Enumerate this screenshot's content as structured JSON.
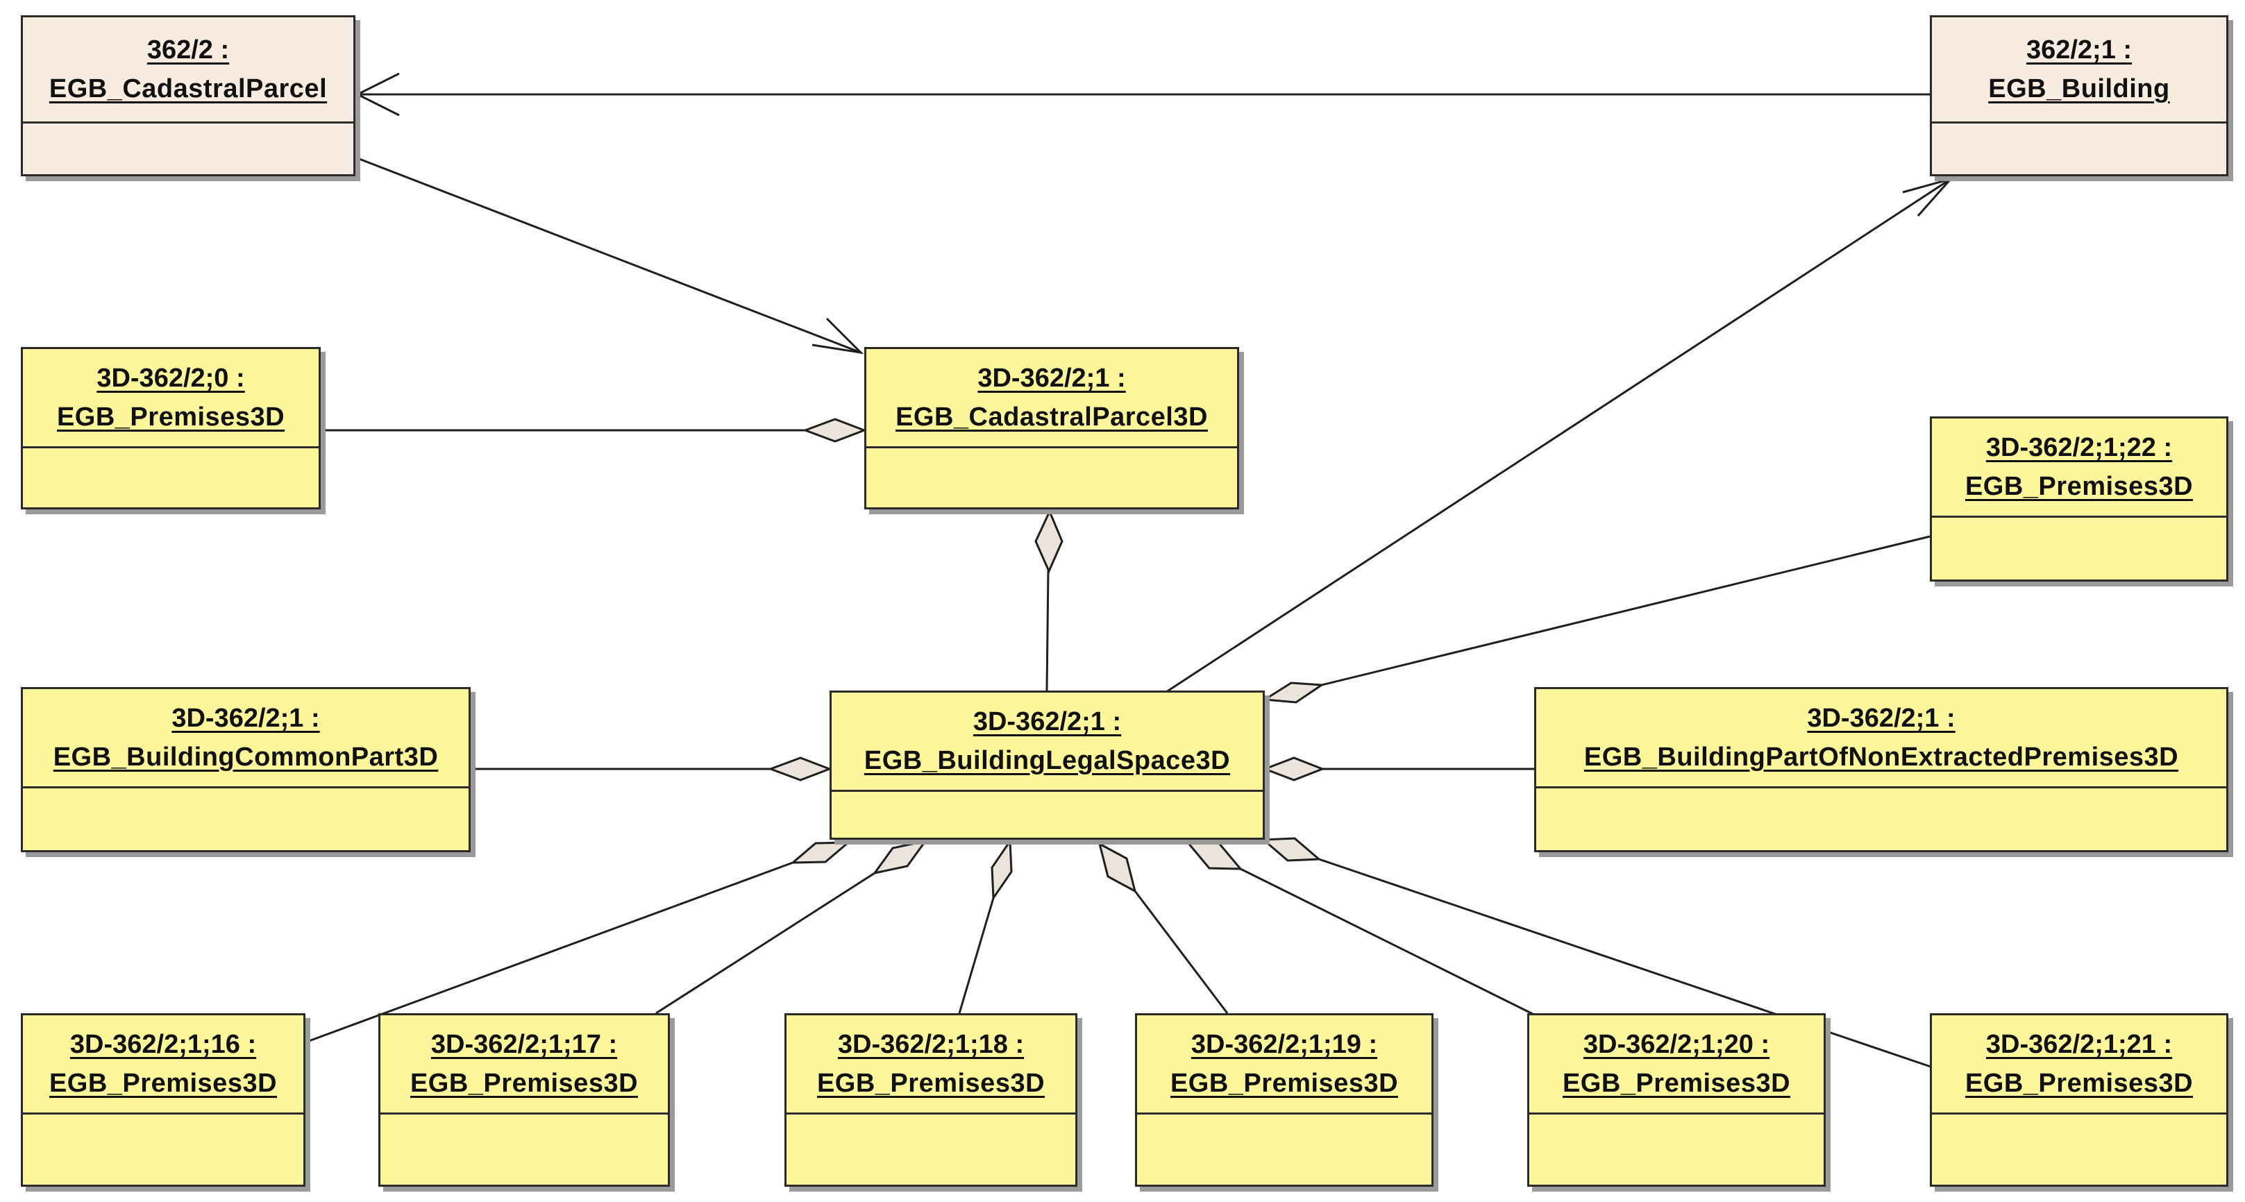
{
  "nodes": {
    "parcel": {
      "id": "362/2 :",
      "cls": "EGB_CadastralParcel"
    },
    "building": {
      "id": "362/2;1 :",
      "cls": "EGB_Building"
    },
    "premises_0": {
      "id": "3D-362/2;0 :",
      "cls": "EGB_Premises3D"
    },
    "parcel3d": {
      "id": "3D-362/2;1 :",
      "cls": "EGB_CadastralParcel3D"
    },
    "premises_22": {
      "id": "3D-362/2;1;22 :",
      "cls": "EGB_Premises3D"
    },
    "common_part": {
      "id": "3D-362/2;1 :",
      "cls": "EGB_BuildingCommonPart3D"
    },
    "legal_space": {
      "id": "3D-362/2;1 :",
      "cls": "EGB_BuildingLegalSpace3D"
    },
    "non_extracted": {
      "id": "3D-362/2;1 :",
      "cls": "EGB_BuildingPartOfNonExtractedPremises3D"
    },
    "premises_16": {
      "id": "3D-362/2;1;16 :",
      "cls": "EGB_Premises3D"
    },
    "premises_17": {
      "id": "3D-362/2;1;17 :",
      "cls": "EGB_Premises3D"
    },
    "premises_18": {
      "id": "3D-362/2;1;18 :",
      "cls": "EGB_Premises3D"
    },
    "premises_19": {
      "id": "3D-362/2;1;19 :",
      "cls": "EGB_Premises3D"
    },
    "premises_20": {
      "id": "3D-362/2;1;20 :",
      "cls": "EGB_Premises3D"
    },
    "premises_21": {
      "id": "3D-362/2;1;21 :",
      "cls": "EGB_Premises3D"
    }
  },
  "colors": {
    "object_fill": "#fdf69a",
    "reference_fill": "#f8ece1",
    "diamond_fill": "#ebe4db",
    "line": "#1f1f1f"
  },
  "edges": [
    {
      "from": "building",
      "to": "parcel",
      "end": "open-arrow"
    },
    {
      "from": "parcel",
      "to": "parcel3d",
      "end": "open-arrow"
    },
    {
      "from": "legal_space",
      "to": "building",
      "end": "open-arrow"
    },
    {
      "from": "premises_0",
      "to": "parcel3d",
      "end": "aggregation-diamond"
    },
    {
      "from": "legal_space",
      "to": "parcel3d",
      "end": "aggregation-diamond"
    },
    {
      "from": "common_part",
      "to": "legal_space",
      "end": "aggregation-diamond"
    },
    {
      "from": "non_extracted",
      "to": "legal_space",
      "end": "aggregation-diamond"
    },
    {
      "from": "premises_22",
      "to": "legal_space",
      "end": "aggregation-diamond"
    },
    {
      "from": "premises_16",
      "to": "legal_space",
      "end": "aggregation-diamond"
    },
    {
      "from": "premises_17",
      "to": "legal_space",
      "end": "aggregation-diamond"
    },
    {
      "from": "premises_18",
      "to": "legal_space",
      "end": "aggregation-diamond"
    },
    {
      "from": "premises_19",
      "to": "legal_space",
      "end": "aggregation-diamond"
    },
    {
      "from": "premises_20",
      "to": "legal_space",
      "end": "aggregation-diamond"
    },
    {
      "from": "premises_21",
      "to": "legal_space",
      "end": "aggregation-diamond"
    }
  ]
}
